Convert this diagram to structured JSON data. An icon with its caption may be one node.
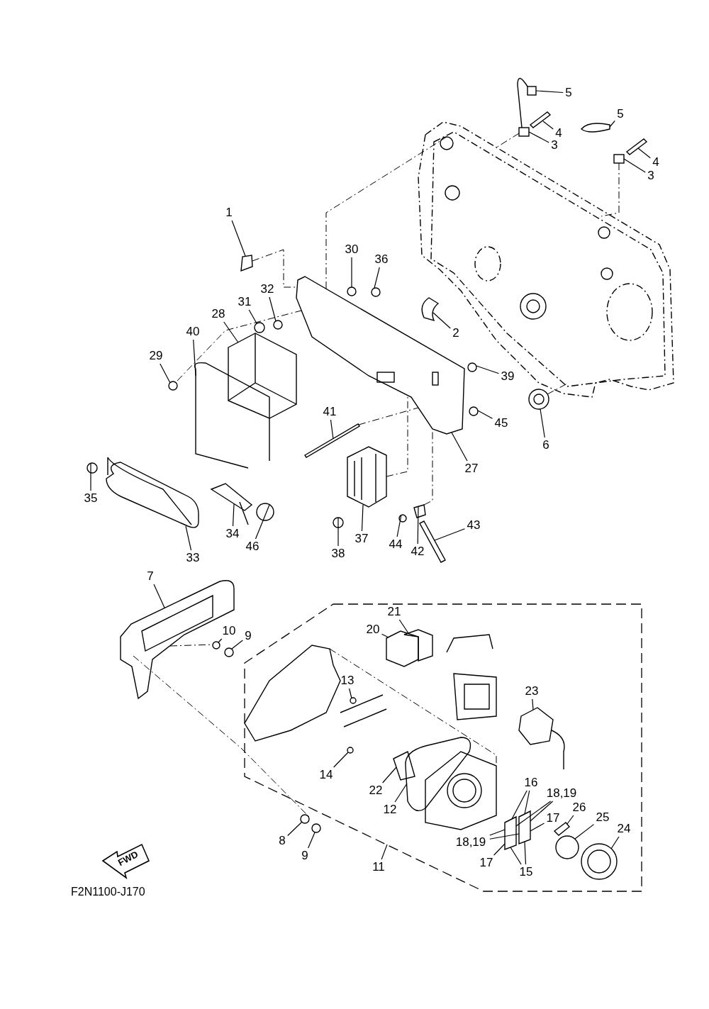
{
  "diagram": {
    "nodes": [
      {
        "text": [
          "1"
        ]
      },
      {
        "text": [
          "5"
        ]
      },
      {
        "text": [
          "4"
        ]
      },
      {
        "text": [
          "3"
        ]
      },
      {
        "text": [
          "5"
        ]
      },
      {
        "text": [
          "4"
        ]
      },
      {
        "text": [
          "3"
        ]
      },
      {
        "text": [
          "30"
        ]
      },
      {
        "text": [
          "36"
        ]
      },
      {
        "text": [
          "32"
        ]
      },
      {
        "text": [
          "31"
        ]
      },
      {
        "text": [
          "28"
        ]
      },
      {
        "text": [
          "2"
        ]
      },
      {
        "text": [
          "40"
        ]
      },
      {
        "text": [
          "29"
        ]
      },
      {
        "text": [
          "39"
        ]
      },
      {
        "text": [
          "45"
        ]
      },
      {
        "text": [
          "6"
        ]
      },
      {
        "text": [
          "41"
        ]
      },
      {
        "text": [
          "27"
        ]
      },
      {
        "text": [
          "35"
        ]
      },
      {
        "text": [
          "34"
        ]
      },
      {
        "text": [
          "46"
        ]
      },
      {
        "text": [
          "33"
        ]
      },
      {
        "text": [
          "43"
        ]
      },
      {
        "text": [
          "38"
        ]
      },
      {
        "text": [
          "37"
        ]
      },
      {
        "text": [
          "44"
        ]
      },
      {
        "text": [
          "42"
        ]
      },
      {
        "text": [
          "7"
        ]
      },
      {
        "text": [
          "10"
        ]
      },
      {
        "text": [
          "9"
        ]
      },
      {
        "text": [
          "21"
        ]
      },
      {
        "text": [
          "20"
        ]
      },
      {
        "text": [
          "13"
        ]
      },
      {
        "text": [
          "23"
        ]
      },
      {
        "text": [
          "14"
        ]
      },
      {
        "text": [
          "22"
        ]
      },
      {
        "text": [
          "16"
        ]
      },
      {
        "text": [
          "18,19"
        ]
      },
      {
        "text": [
          "12"
        ]
      },
      {
        "text": [
          "17"
        ]
      },
      {
        "text": [
          "26"
        ]
      },
      {
        "text": [
          "25"
        ]
      },
      {
        "text": [
          "24"
        ]
      },
      {
        "text": [
          "18,19"
        ]
      },
      {
        "text": [
          "17"
        ]
      },
      {
        "text": [
          "8"
        ]
      },
      {
        "text": [
          "9"
        ]
      },
      {
        "text": [
          "11"
        ]
      },
      {
        "text": [
          "15"
        ]
      },
      {
        "text": [],
        "shape": "box"
      },
      {
        "text": [],
        "shape": "picture"
      },
      {
        "text": [],
        "shape": "box"
      },
      {
        "text": [],
        "shape": "box"
      },
      {
        "text": [],
        "shape": "picture"
      },
      {
        "text": [],
        "shape": "box"
      },
      {
        "text": [],
        "shape": "box"
      },
      {
        "text": [],
        "shape": "circle"
      },
      {
        "text": [],
        "shape": "circle"
      },
      {
        "text": [],
        "shape": "circle"
      },
      {
        "text": [],
        "shape": "circle"
      },
      {
        "text": [],
        "shape": "picture"
      },
      {
        "text": [],
        "shape": "picture"
      },
      {
        "text": [],
        "shape": "picture"
      },
      {
        "text": [],
        "shape": "circle"
      },
      {
        "text": [],
        "shape": "circle"
      },
      {
        "text": [],
        "shape": "circle"
      },
      {
        "text": [],
        "shape": "circle"
      },
      {
        "text": [],
        "shape": "box"
      },
      {
        "text": [],
        "shape": "picture"
      },
      {
        "text": [],
        "shape": "circle"
      },
      {
        "text": [],
        "shape": "picture"
      },
      {
        "text": [],
        "shape": "circle"
      },
      {
        "text": [],
        "shape": "picture"
      },
      {
        "text": [],
        "shape": "box"
      },
      {
        "text": [],
        "shape": "circle"
      },
      {
        "text": [],
        "shape": "picture"
      },
      {
        "text": [],
        "shape": "circle"
      },
      {
        "text": [],
        "shape": "box"
      },
      {
        "text": [],
        "shape": "picture"
      },
      {
        "text": [],
        "shape": "circle"
      },
      {
        "text": [],
        "shape": "circle"
      },
      {
        "text": [],
        "shape": "box"
      },
      {
        "text": [],
        "shape": "box"
      },
      {
        "text": [],
        "shape": "circle"
      },
      {
        "text": [],
        "shape": "picture"
      },
      {
        "text": [],
        "shape": "circle"
      },
      {
        "text": [],
        "shape": "box"
      },
      {
        "text": [],
        "shape": "box"
      },
      {
        "text": [],
        "shape": "box"
      },
      {
        "text": [],
        "shape": "box"
      },
      {
        "text": [],
        "shape": "box"
      },
      {
        "text": [],
        "shape": "circle"
      },
      {
        "text": [],
        "shape": "circle"
      },
      {
        "text": [],
        "shape": "circle"
      },
      {
        "text": [],
        "shape": "circle"
      },
      {
        "text": [],
        "shape": "picture"
      },
      {
        "text": [],
        "shape": "picture"
      },
      {
        "text": [],
        "shape": "box"
      },
      {
        "text": [],
        "shape": "picture"
      }
    ],
    "edges": [
      {
        "from": 0,
        "to": 51,
        "arrow": "none"
      },
      {
        "from": 1,
        "to": 52,
        "arrow": "none"
      },
      {
        "from": 2,
        "to": 53,
        "arrow": "none"
      },
      {
        "from": 3,
        "to": 54,
        "arrow": "none"
      },
      {
        "from": 4,
        "to": 55,
        "arrow": "none"
      },
      {
        "from": 5,
        "to": 56,
        "arrow": "none"
      },
      {
        "from": 6,
        "to": 57,
        "arrow": "none"
      },
      {
        "from": 7,
        "to": 58,
        "arrow": "none"
      },
      {
        "from": 8,
        "to": 59,
        "arrow": "none"
      },
      {
        "from": 9,
        "to": 60,
        "arrow": "none"
      },
      {
        "from": 10,
        "to": 61,
        "arrow": "none"
      },
      {
        "from": 11,
        "to": 62,
        "arrow": "none"
      },
      {
        "from": 12,
        "to": 63,
        "arrow": "none"
      },
      {
        "from": 13,
        "to": 64,
        "arrow": "none"
      },
      {
        "from": 14,
        "to": 65,
        "arrow": "none"
      },
      {
        "from": 15,
        "to": 66,
        "arrow": "none"
      },
      {
        "from": 16,
        "to": 67,
        "arrow": "none"
      },
      {
        "from": 17,
        "to": 68,
        "arrow": "none"
      },
      {
        "from": 18,
        "to": 69,
        "arrow": "none"
      },
      {
        "from": 19,
        "to": 70,
        "arrow": "none"
      },
      {
        "from": 20,
        "to": 71,
        "arrow": "none"
      },
      {
        "from": 21,
        "to": 72,
        "arrow": "none"
      },
      {
        "from": 22,
        "to": 73,
        "arrow": "none"
      },
      {
        "from": 23,
        "to": 74,
        "arrow": "none"
      },
      {
        "from": 24,
        "to": 75,
        "arrow": "none"
      },
      {
        "from": 25,
        "to": 76,
        "arrow": "none"
      },
      {
        "from": 26,
        "to": 77,
        "arrow": "none"
      },
      {
        "from": 27,
        "to": 78,
        "arrow": "none"
      },
      {
        "from": 28,
        "to": 79,
        "arrow": "none"
      },
      {
        "from": 29,
        "to": 80,
        "arrow": "none"
      },
      {
        "from": 30,
        "to": 81,
        "arrow": "none"
      },
      {
        "from": 31,
        "to": 82,
        "arrow": "none"
      },
      {
        "from": 32,
        "to": 83,
        "arrow": "none"
      },
      {
        "from": 33,
        "to": 84,
        "arrow": "none"
      },
      {
        "from": 34,
        "to": 85,
        "arrow": "none"
      },
      {
        "from": 35,
        "to": 86,
        "arrow": "none"
      },
      {
        "from": 36,
        "to": 87,
        "arrow": "none"
      },
      {
        "from": 37,
        "to": 88,
        "arrow": "none"
      },
      {
        "from": 38,
        "to": 89,
        "arrow": "none"
      },
      {
        "from": 38,
        "to": 90,
        "arrow": "none"
      },
      {
        "from": 39,
        "to": 89,
        "arrow": "none"
      },
      {
        "from": 39,
        "to": 90,
        "arrow": "none"
      },
      {
        "from": 40,
        "to": 91,
        "arrow": "none"
      },
      {
        "from": 41,
        "to": 90,
        "arrow": "none"
      },
      {
        "from": 42,
        "to": 92,
        "arrow": "none"
      },
      {
        "from": 43,
        "to": 93,
        "arrow": "none"
      },
      {
        "from": 44,
        "to": 94,
        "arrow": "none"
      },
      {
        "from": 45,
        "to": 89,
        "arrow": "none"
      },
      {
        "from": 45,
        "to": 90,
        "arrow": "none"
      },
      {
        "from": 46,
        "to": 89,
        "arrow": "none"
      },
      {
        "from": 47,
        "to": 95,
        "arrow": "none"
      },
      {
        "from": 48,
        "to": 96,
        "arrow": "none"
      },
      {
        "from": 49,
        "to": null,
        "arrow": "none"
      },
      {
        "from": 50,
        "to": 89,
        "arrow": "none"
      },
      {
        "from": 50,
        "to": 90,
        "arrow": "none"
      },
      {
        "from": 51,
        "to": 70,
        "arrow": "none",
        "style": "dashed"
      },
      {
        "from": 70,
        "to": 97,
        "arrow": "none",
        "style": "dashed"
      },
      {
        "from": 65,
        "to": 70,
        "arrow": "none",
        "style": "dashed"
      },
      {
        "from": 69,
        "to": 70,
        "arrow": "none",
        "style": "dashed"
      },
      {
        "from": 77,
        "to": 70,
        "arrow": "none",
        "style": "dashed"
      },
      {
        "from": 79,
        "to": 70,
        "arrow": "none",
        "style": "dashed"
      },
      {
        "from": 68,
        "to": 97,
        "arrow": "none",
        "style": "dashed"
      },
      {
        "from": 54,
        "to": 97,
        "arrow": "none",
        "style": "dashed"
      },
      {
        "from": 57,
        "to": 97,
        "arrow": "none",
        "style": "dashed"
      },
      {
        "from": 80,
        "to": 95,
        "arrow": "none",
        "style": "dashed"
      },
      {
        "from": 80,
        "to": 81,
        "arrow": "none",
        "style": "dashed"
      },
      {
        "from": 99,
        "to": 98,
        "arrow": "none",
        "style": "dashed"
      }
    ],
    "labels": [
      "FWD",
      "F2N1100-J170"
    ]
  }
}
